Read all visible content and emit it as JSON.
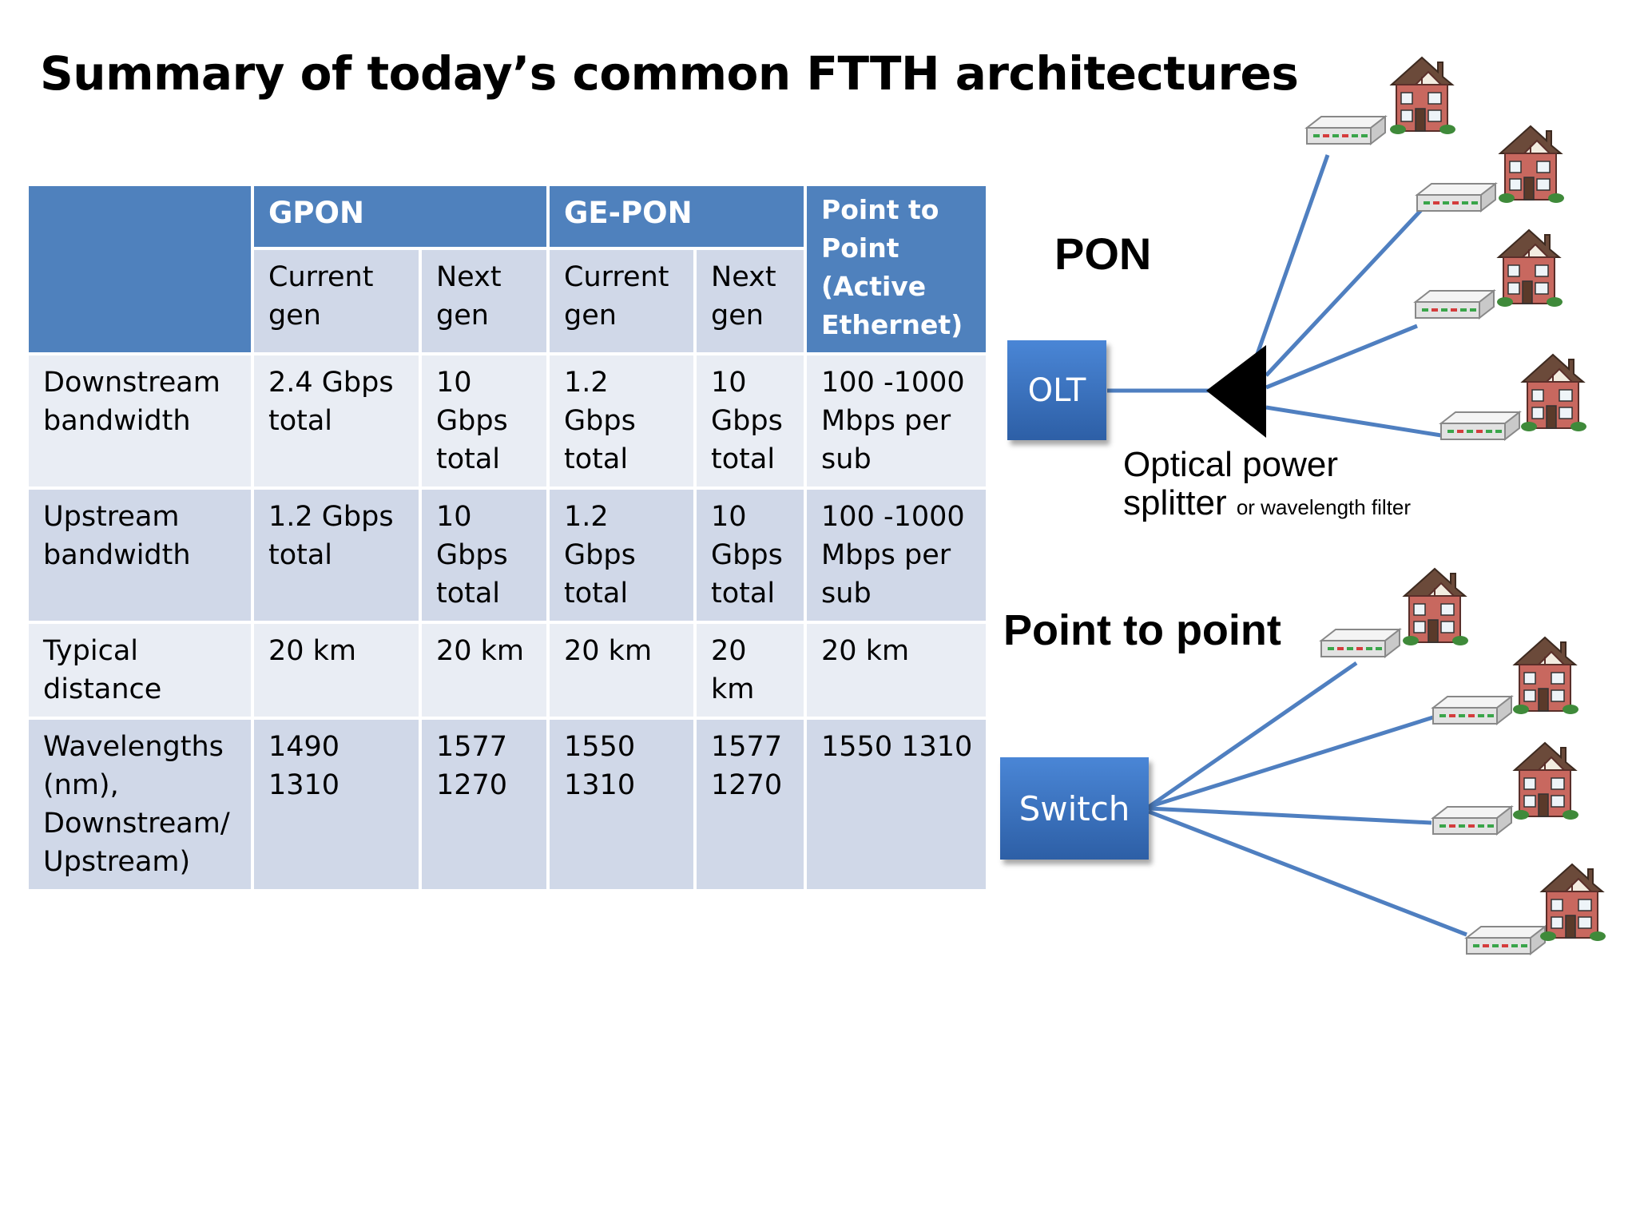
{
  "title": "Summary of today’s common FTTH architectures",
  "table": {
    "groups": {
      "gpon": "GPON",
      "gepon": "GE-PON",
      "ptp": "Point to Point (Active Ethernet)"
    },
    "subheads": {
      "gpon_current": "Current gen",
      "gpon_next": "Next gen",
      "gepon_current": "Current gen",
      "gepon_next": "Next gen"
    },
    "rows": [
      {
        "label": "Downstream bandwidth",
        "cells": [
          "2.4 Gbps total",
          "10 Gbps total",
          "1.2 Gbps total",
          "10 Gbps total",
          "100 -1000 Mbps per sub"
        ]
      },
      {
        "label": "Upstream bandwidth",
        "cells": [
          "1.2 Gbps total",
          "10 Gbps total",
          "1.2 Gbps total",
          "10 Gbps total",
          "100 -1000 Mbps per sub"
        ]
      },
      {
        "label": "Typical distance",
        "cells": [
          "20 km",
          "20 km",
          "20 km",
          "20 km",
          "20 km"
        ]
      },
      {
        "label": "Wavelengths (nm), Downstream/ Upstream)",
        "cells": [
          "1490 1310",
          "1577 1270",
          "1550 1310",
          "1577 1270",
          "1550 1310"
        ]
      }
    ]
  },
  "diagram": {
    "pon_label": "PON",
    "olt_label": "OLT",
    "splitter_label": "Optical power splitter",
    "splitter_note": "or wavelength filter",
    "ptp_label": "Point to point",
    "switch_label": "Switch",
    "icons": [
      "house-icon",
      "ont-modem-icon",
      "splitter-triangle-icon"
    ],
    "colors": {
      "fiber": "#4f7fc0",
      "header": "#4f81bd",
      "row_light": "#e9edf4",
      "row_dark": "#d0d8e8",
      "box": "#3a72c4"
    }
  }
}
